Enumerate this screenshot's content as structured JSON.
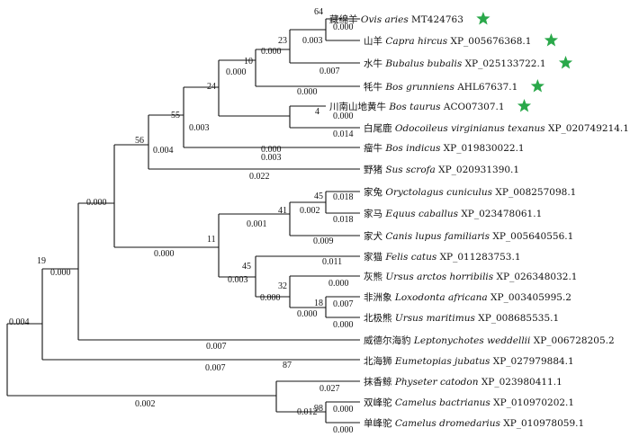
{
  "taxa": [
    {
      "cn": "藏绵羊",
      "sci": "Ovis aries",
      "acc": "MT424763",
      "star": true
    },
    {
      "cn": "山羊",
      "sci": "Capra hircus",
      "acc": "XP_005676368.1",
      "star": true
    },
    {
      "cn": "水牛",
      "sci": "Bubalus bubalis",
      "acc": "XP_025133722.1",
      "star": true
    },
    {
      "cn": "牦牛",
      "sci": "Bos grunniens",
      "acc": "AHL67637.1",
      "star": true
    },
    {
      "cn": "川南山地黄牛",
      "sci": "Bos taurus",
      "acc": "ACO07307.1",
      "star": true
    },
    {
      "cn": "白尾鹿",
      "sci": "Odocoileus virginianus texanus",
      "acc": "XP_020749214.1",
      "star": false
    },
    {
      "cn": "瘤牛",
      "sci": "Bos indicus",
      "acc": "XP_019830022.1",
      "star": false
    },
    {
      "cn": "野猪",
      "sci": "Sus scrofa",
      "acc": "XP_020931390.1",
      "star": false
    },
    {
      "cn": "家兔",
      "sci": "Oryctolagus cuniculus",
      "acc": "XP_008257098.1",
      "star": false
    },
    {
      "cn": "家马",
      "sci": "Equus caballus",
      "acc": "XP_023478061.1",
      "star": false
    },
    {
      "cn": "家犬",
      "sci": "Canis lupus familiaris",
      "acc": "XP_005640556.1",
      "star": false
    },
    {
      "cn": "家猫",
      "sci": "Felis catus",
      "acc": "XP_011283753.1",
      "star": false
    },
    {
      "cn": "灰熊",
      "sci": "Ursus arctos horribilis",
      "acc": "XP_026348032.1",
      "star": false
    },
    {
      "cn": "非洲象",
      "sci": "Loxodonta africana",
      "acc": "XP_003405995.2",
      "star": false
    },
    {
      "cn": "北极熊",
      "sci": "Ursus maritimus",
      "acc": "XP_008685535.1",
      "star": false
    },
    {
      "cn": "威德尔海豹",
      "sci": "Leptonychotes weddellii",
      "acc": "XP_006728205.2",
      "star": false
    },
    {
      "cn": "北海狮",
      "sci": "Eumetopias jubatus",
      "acc": "XP_027979884.1",
      "star": false
    },
    {
      "cn": "抹香鲸",
      "sci": "Physeter catodon",
      "acc": "XP_023980411.1",
      "star": false
    },
    {
      "cn": "双峰驼",
      "sci": "Camelus bactrianus",
      "acc": "XP_010970202.1",
      "star": false
    },
    {
      "cn": "单峰驼",
      "sci": "Camelus dromedarius",
      "acc": "XP_010978059.1",
      "star": false
    }
  ],
  "bootstrap": [
    "64",
    "23",
    "10",
    "24",
    "55",
    "56",
    "4",
    "45",
    "41",
    "11",
    "45",
    "32",
    "18",
    "19",
    "87",
    "98"
  ],
  "branch_lengths": [
    "0.000",
    "0.003",
    "0.000",
    "0.007",
    "0.000",
    "0.000",
    "0.000",
    "0.000",
    "0.003",
    "0.000",
    "0.000",
    "0.004",
    "0.003",
    "0.000",
    "0.014",
    "0.022",
    "0.018",
    "0.002",
    "0.018",
    "0.001",
    "0.009",
    "0.000",
    "0.011",
    "0.003",
    "0.000",
    "0.000",
    "0.007",
    "0.000",
    "0.000",
    "0.000",
    "0.000",
    "0.007",
    "0.007",
    "0.004",
    "0.027",
    "0.002",
    "0.000",
    "0.012",
    "0.000"
  ],
  "colors": {
    "star": "#2aa84a",
    "line": "#111111"
  }
}
